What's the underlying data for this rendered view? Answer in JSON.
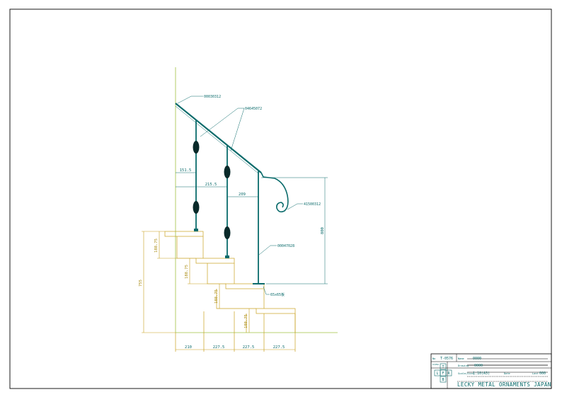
{
  "colors": {
    "frame": "#000000",
    "drawing": "#0a6b6b",
    "dimension": "#0a6b6b",
    "stair": "#c8a020",
    "ground": "#a0c040",
    "ornament": "#0a2a2a"
  },
  "parts": {
    "handrail_top": "00030312",
    "baluster_ornament": "04645072",
    "scroll_end": "41500312",
    "newel_post": "00047028",
    "base_plate": "65x65板"
  },
  "dimensions": {
    "d1": "151.5",
    "d2": "215.5",
    "d3": "209",
    "height": "800",
    "rise_1": "188.75",
    "rise_2": "188.75",
    "rise_3": "188.75",
    "rise_4": "188.75",
    "total_rise": "755",
    "run_1": "210",
    "run_2": "227.5",
    "run_3": "227.5",
    "run_4": "227.5"
  },
  "title_block": {
    "no_label": "No",
    "no_value": "T-0576",
    "name_label": "Name",
    "name_value": "0000",
    "view_label": "view",
    "view_top": "T",
    "view_left": "L",
    "view_front": "F",
    "view_right": "R",
    "view_bottom": "B",
    "drawing_label": "Drawing",
    "drawing_value": "0000",
    "scale_label": "Scale(Size)",
    "scale_value": "1:10(A3)",
    "date_label": "Date",
    "last_label": "Last",
    "last_value": "000",
    "company": "LECKY METAL ORNAMENTS JAPAN"
  }
}
